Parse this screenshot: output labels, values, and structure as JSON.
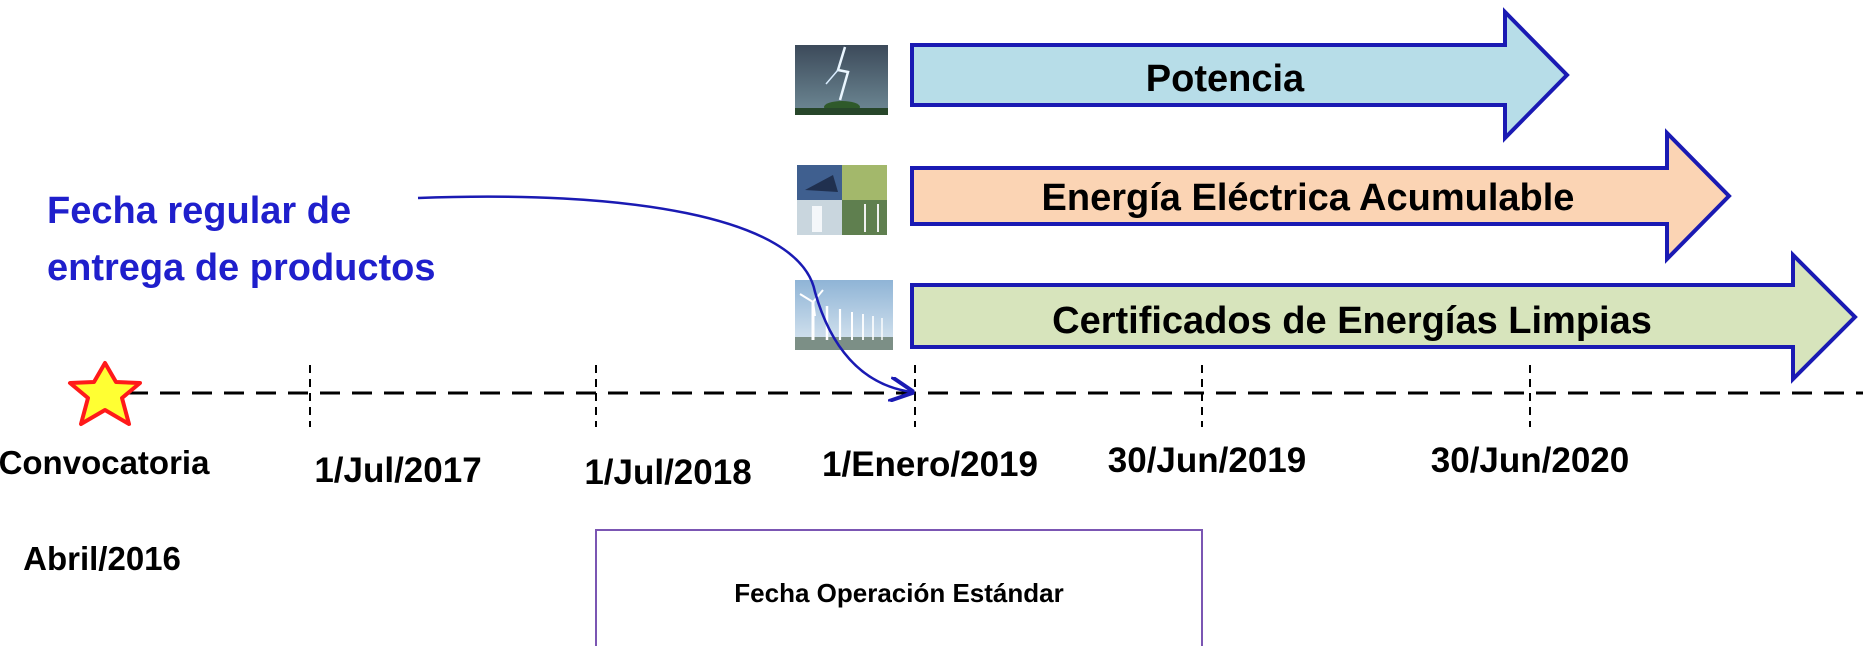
{
  "products": [
    {
      "label": "Potencia",
      "fill": "#b7dde8",
      "icon": "lightning-storm-photo-icon"
    },
    {
      "label": "Energía Eléctrica Acumulable",
      "fill": "#fbd4b4",
      "icon": "clean-energy-collage-photo-icon"
    },
    {
      "label": "Certificados de Energías Limpias",
      "fill": "#d7e4bc",
      "icon": "wind-turbines-photo-icon"
    }
  ],
  "callout": {
    "line1": "Fecha regular de",
    "line2": "entrega de productos"
  },
  "timeline": {
    "start_line1": "Convocatoria",
    "start_line2": "Abril/2016",
    "start_marker_icon": "star-icon",
    "dates": [
      "1/Jul/2017",
      "1/Jul/2018",
      "1/Enero/2019",
      "30/Jun/2019",
      "30/Jun/2020"
    ]
  },
  "standard_box": {
    "label": "Fecha Operación Estándar"
  },
  "colors": {
    "arrow_stroke": "#1a1ab3",
    "callout_text": "#1f1fcc",
    "star_fill": "#ffff33",
    "star_stroke": "#ff1a1a",
    "box_border": "#7b56b3"
  }
}
